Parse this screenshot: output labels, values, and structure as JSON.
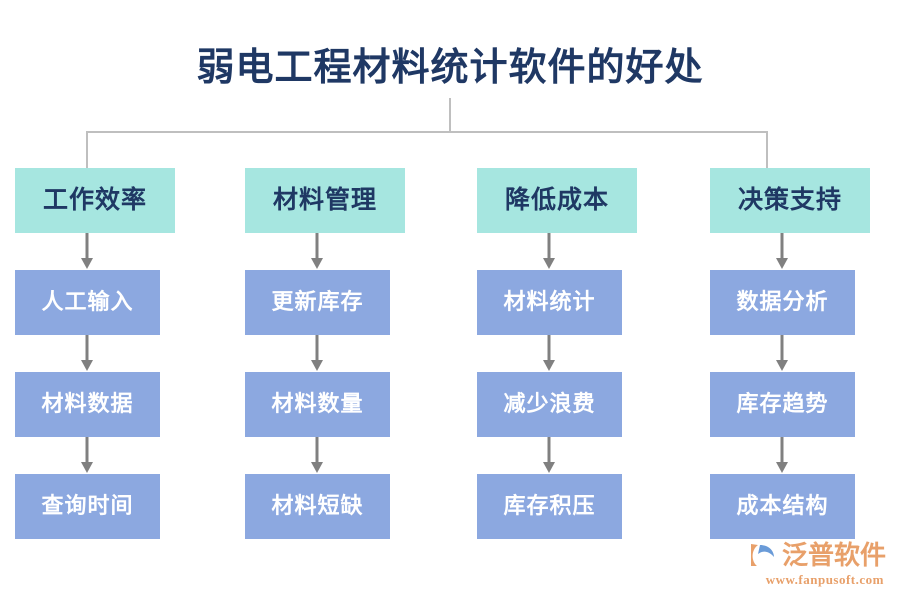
{
  "diagram": {
    "title": "弱电工程材料统计软件的好处",
    "colors": {
      "background": "#FFFFFF",
      "title_text": "#1F3864",
      "header_fill": "#A6E6E0",
      "header_text": "#1F3864",
      "step_fill": "#8CA8E0",
      "step_text": "#FFFFFF",
      "connector": "#BFBFBF",
      "arrow": "#808080",
      "logo": "#E8A06A"
    },
    "columns": [
      {
        "header": "工作效率",
        "steps": [
          "人工输入",
          "材料数据",
          "查询时间"
        ]
      },
      {
        "header": "材料管理",
        "steps": [
          "更新库存",
          "材料数量",
          "材料短缺"
        ]
      },
      {
        "header": "降低成本",
        "steps": [
          "材料统计",
          "减少浪费",
          "库存积压"
        ]
      },
      {
        "header": "决策支持",
        "steps": [
          "数据分析",
          "库存趋势",
          "成本结构"
        ]
      }
    ]
  },
  "logo": {
    "name": "泛普软件",
    "url": "www.fanpusoft.com"
  }
}
